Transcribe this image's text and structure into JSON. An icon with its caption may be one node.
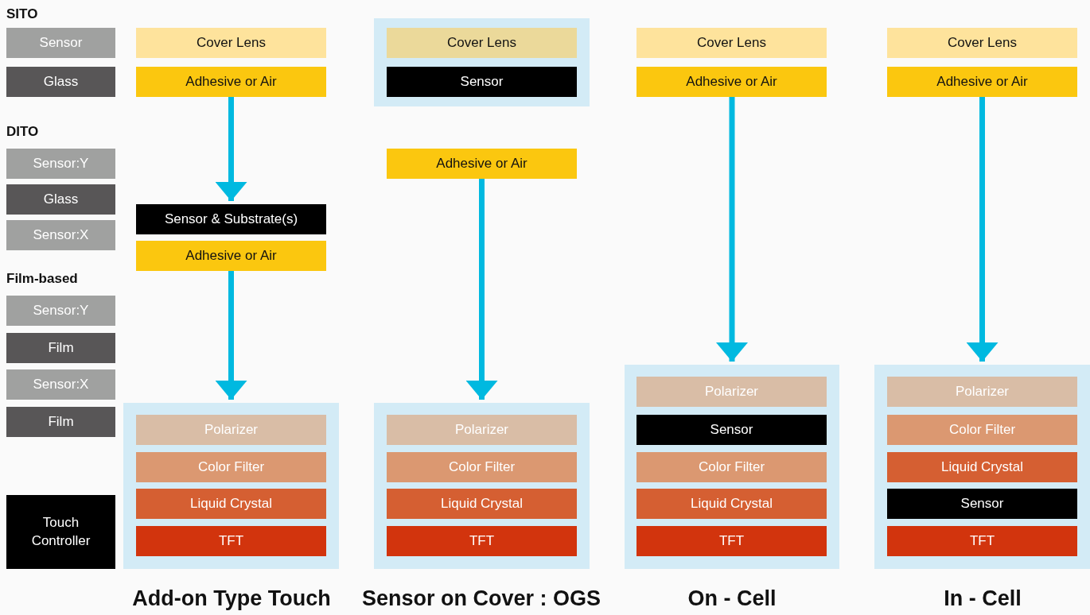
{
  "diagram": {
    "nodes": [
      {
        "text": [
          "Sensor"
        ]
      },
      {
        "text": [
          "Glass"
        ]
      },
      {
        "text": [
          "Sensor:Y"
        ]
      },
      {
        "text": [
          "Glass"
        ]
      },
      {
        "text": [
          "Sensor:X"
        ]
      },
      {
        "text": [
          "Sensor:Y"
        ]
      },
      {
        "text": [
          "Film"
        ]
      },
      {
        "text": [
          "Sensor:X"
        ]
      },
      {
        "text": [
          "Film"
        ]
      },
      {
        "text": [
          "Touch Controller"
        ]
      },
      {
        "text": [
          "Cover Lens"
        ]
      },
      {
        "text": [
          "Adhesive or Air"
        ]
      },
      {
        "text": [
          "Sensor & Substrate(s)"
        ]
      },
      {
        "text": [
          "Adhesive or Air"
        ]
      },
      {
        "text": [],
        "shape": "box"
      },
      {
        "text": [
          "Polarizer"
        ],
        "in": 14
      },
      {
        "text": [
          "Color Filter"
        ],
        "in": 14
      },
      {
        "text": [
          "Liquid Crystal"
        ],
        "in": 14
      },
      {
        "text": [
          "TFT"
        ],
        "in": 14
      },
      {
        "text": [],
        "shape": "box"
      },
      {
        "text": [
          "Cover Lens"
        ],
        "in": 19
      },
      {
        "text": [
          "Sensor"
        ],
        "in": 19
      },
      {
        "text": [
          "Adhesive or Air"
        ]
      },
      {
        "text": [],
        "shape": "box"
      },
      {
        "text": [
          "Polarizer"
        ],
        "in": 23
      },
      {
        "text": [
          "Color Filter"
        ],
        "in": 23
      },
      {
        "text": [
          "Liquid Crystal"
        ],
        "in": 23
      },
      {
        "text": [
          "TFT"
        ],
        "in": 23
      },
      {
        "text": [
          "Cover Lens"
        ]
      },
      {
        "text": [
          "Adhesive or Air"
        ]
      },
      {
        "text": [],
        "shape": "box"
      },
      {
        "text": [
          "Polarizer"
        ],
        "in": 30
      },
      {
        "text": [
          "Sensor"
        ],
        "in": 30
      },
      {
        "text": [
          "Color Filter"
        ],
        "in": 30
      },
      {
        "text": [
          "Liquid Crystal"
        ],
        "in": 30
      },
      {
        "text": [
          "TFT"
        ],
        "in": 30
      },
      {
        "text": [
          "Cover Lens"
        ]
      },
      {
        "text": [
          "Adhesive or Air"
        ]
      },
      {
        "text": [],
        "shape": "box"
      },
      {
        "text": [
          "Polarizer"
        ],
        "in": 38
      },
      {
        "text": [
          "Color Filter"
        ],
        "in": 38
      },
      {
        "text": [
          "Liquid Crystal"
        ],
        "in": 38
      },
      {
        "text": [
          "Sensor"
        ],
        "in": 38
      },
      {
        "text": [
          "TFT"
        ],
        "in": 38
      }
    ],
    "edges": [
      {
        "from": 11,
        "to": 12,
        "arrow": "to"
      },
      {
        "from": 13,
        "to": 14,
        "arrow": "to"
      },
      {
        "from": 22,
        "to": 23,
        "arrow": "to"
      },
      {
        "from": 29,
        "to": 30,
        "arrow": "to"
      },
      {
        "from": 37,
        "to": 38,
        "arrow": "to"
      }
    ],
    "labels": [
      "SITO",
      "DITO",
      "Film-based",
      "Add-on Type Touch",
      "Sensor on Cover : OGS",
      "On - Cell",
      "In - Cell"
    ]
  }
}
